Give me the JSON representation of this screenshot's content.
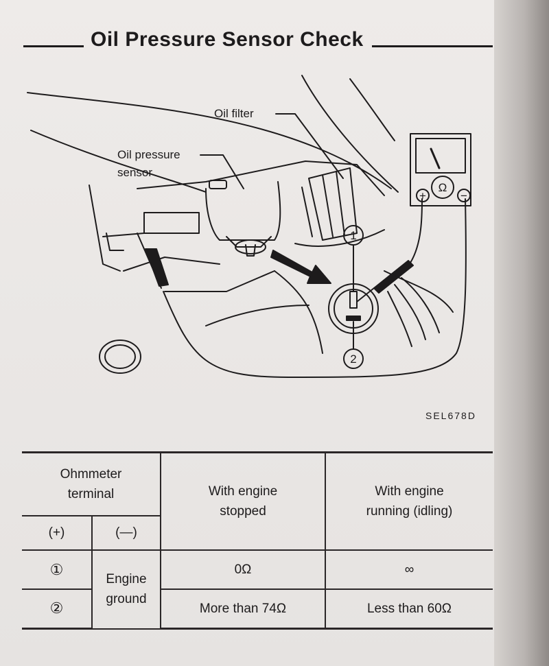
{
  "title": "Oil Pressure Sensor Check",
  "diagram": {
    "labels": {
      "oil_filter": "Oil filter",
      "sensor_line1": "Oil pressure",
      "sensor_line2": "sensor",
      "terminal_1": "1",
      "terminal_2": "2",
      "meter_plus": "+",
      "meter_minus": "−",
      "meter_ohm": "Ω"
    },
    "figure_code": "SEL678D"
  },
  "table": {
    "header": {
      "ohmmeter_line1": "Ohmmeter",
      "ohmmeter_line2": "terminal",
      "plus": "(+)",
      "minus": "(—)",
      "stopped_line1": "With engine",
      "stopped_line2": "stopped",
      "running_line1": "With engine",
      "running_line2": "running (idling)"
    },
    "ground_line1": "Engine",
    "ground_line2": "ground",
    "rows": [
      {
        "terminal": "①",
        "stopped": "0Ω",
        "running": "∞"
      },
      {
        "terminal": "②",
        "stopped": "More than 74Ω",
        "running": "Less than 60Ω"
      }
    ]
  }
}
